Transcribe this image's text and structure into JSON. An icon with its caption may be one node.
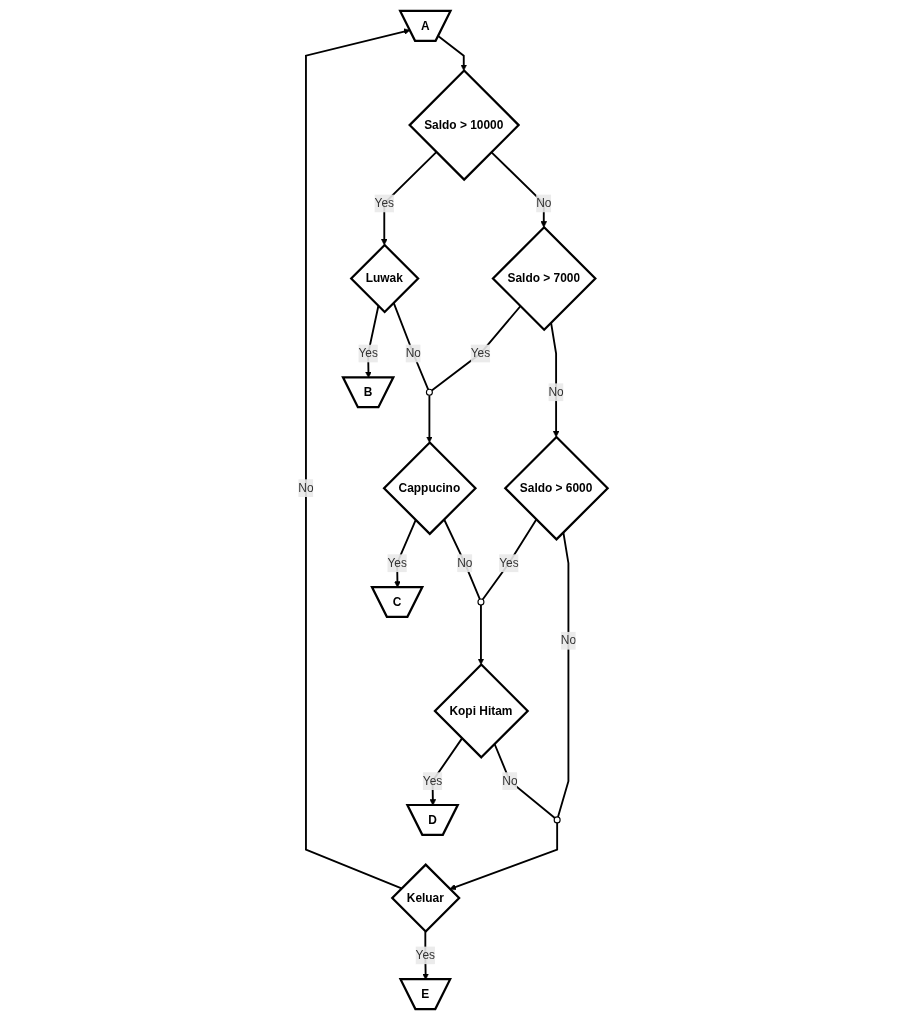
{
  "diagram": {
    "nodes": [
      {
        "text": [
          "A"
        ]
      },
      {
        "text": [
          "Saldo > 10000"
        ]
      },
      {
        "text": [
          "Saldo > 7000"
        ]
      },
      {
        "text": [
          "Luwak"
        ]
      },
      {
        "text": [],
        "shape": "circle"
      },
      {
        "text": [
          "Saldo > 6000"
        ]
      },
      {
        "text": [
          "Cappucino"
        ]
      },
      {
        "text": [
          "B"
        ]
      },
      {
        "text": [],
        "shape": "circle"
      },
      {
        "text": [
          "Kopi Hitam"
        ]
      },
      {
        "text": [],
        "shape": "circle"
      },
      {
        "text": [
          "C"
        ]
      },
      {
        "text": [
          "Keluar"
        ]
      },
      {
        "text": [
          "D"
        ]
      },
      {
        "text": [
          "E"
        ]
      }
    ],
    "edges": [
      {
        "from": 0,
        "to": 1,
        "arrow": "to"
      },
      {
        "from": 1,
        "to": 2,
        "arrow": "to",
        "label": "No"
      },
      {
        "from": 1,
        "to": 3,
        "arrow": "to",
        "label": "Yes"
      },
      {
        "from": 2,
        "to": 5,
        "arrow": "to",
        "label": "No"
      },
      {
        "from": 2,
        "to": 4,
        "arrow": "none",
        "label": "Yes"
      },
      {
        "from": 3,
        "to": 4,
        "arrow": "none",
        "label": "No"
      },
      {
        "from": 3,
        "to": 7,
        "arrow": "to",
        "label": "Yes"
      },
      {
        "from": 4,
        "to": 6,
        "arrow": "to"
      },
      {
        "from": 5,
        "to": 8,
        "arrow": "none",
        "label": "Yes"
      },
      {
        "from": 6,
        "to": 8,
        "arrow": "none",
        "label": "No"
      },
      {
        "from": 8,
        "to": 9,
        "arrow": "to"
      },
      {
        "from": 6,
        "to": 11,
        "arrow": "to",
        "label": "Yes"
      },
      {
        "from": 5,
        "to": 10,
        "arrow": "none",
        "label": "No"
      },
      {
        "from": 9,
        "to": 10,
        "arrow": "none",
        "label": "No"
      },
      {
        "from": 10,
        "to": 12,
        "arrow": "to"
      },
      {
        "from": 9,
        "to": 13,
        "arrow": "to",
        "label": "Yes"
      },
      {
        "from": 12,
        "to": 14,
        "arrow": "to",
        "label": "Yes"
      },
      {
        "from": 12,
        "to": 0,
        "arrow": "to",
        "label": "No"
      }
    ]
  }
}
